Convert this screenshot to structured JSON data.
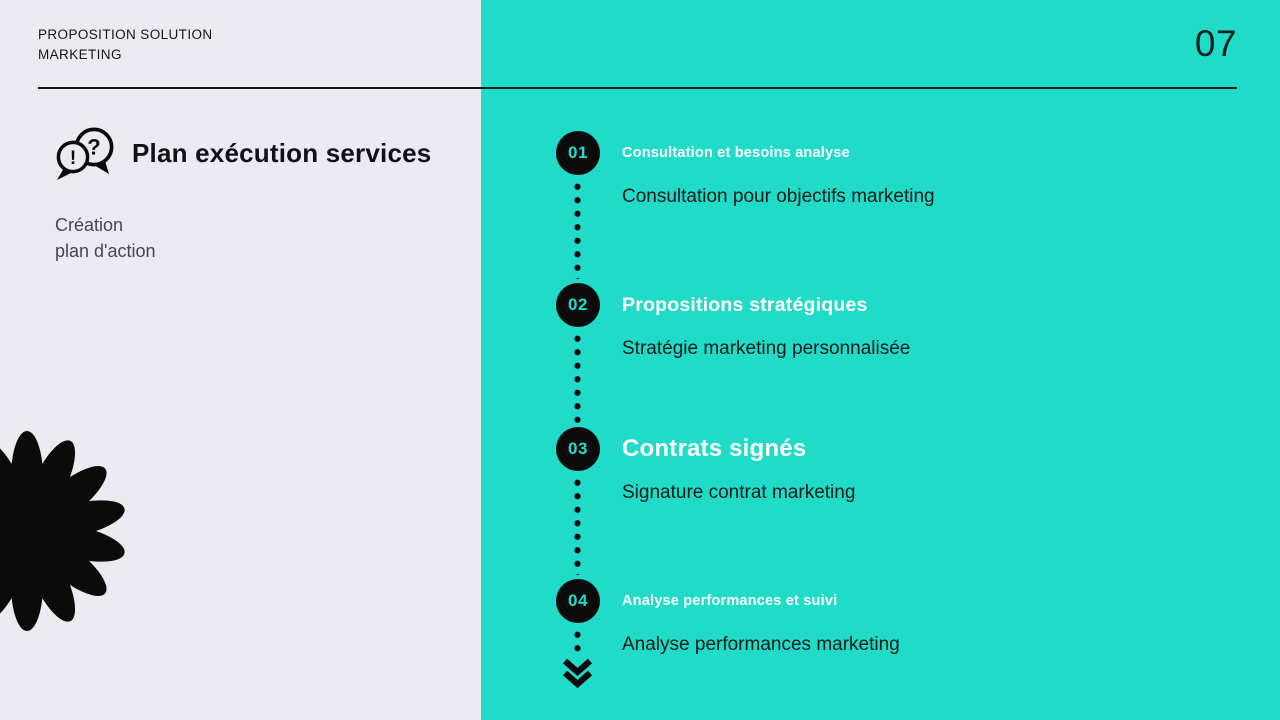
{
  "colors": {
    "panel_left_bg": "#ECEBF2",
    "panel_right_bg": "#21DBC9",
    "circle_bg": "#0B0B0B",
    "step_title_color": "#FFFFFF",
    "body_text_color": "#0C1B19"
  },
  "header": {
    "kicker": "PROPOSITION SOLUTION\nMARKETING",
    "page_number": "07"
  },
  "left": {
    "icon": "question-exclamation-speech-bubbles-icon",
    "title": "Plan exécution services",
    "subtitle": "Création\nplan d'action"
  },
  "timeline": {
    "steps": [
      {
        "number": "01",
        "title": "Consultation et besoins analyse",
        "description": "Consultation pour objectifs marketing"
      },
      {
        "number": "02",
        "title": "Propositions stratégiques",
        "description": "Stratégie marketing personnalisée"
      },
      {
        "number": "03",
        "title": "Contrats signés",
        "description": "Signature contrat marketing"
      },
      {
        "number": "04",
        "title": "Analyse performances et suivi",
        "description": "Analyse performances marketing"
      }
    ],
    "end_icon": "double-chevron-down-icon",
    "decoration": "black-flower-shape"
  }
}
